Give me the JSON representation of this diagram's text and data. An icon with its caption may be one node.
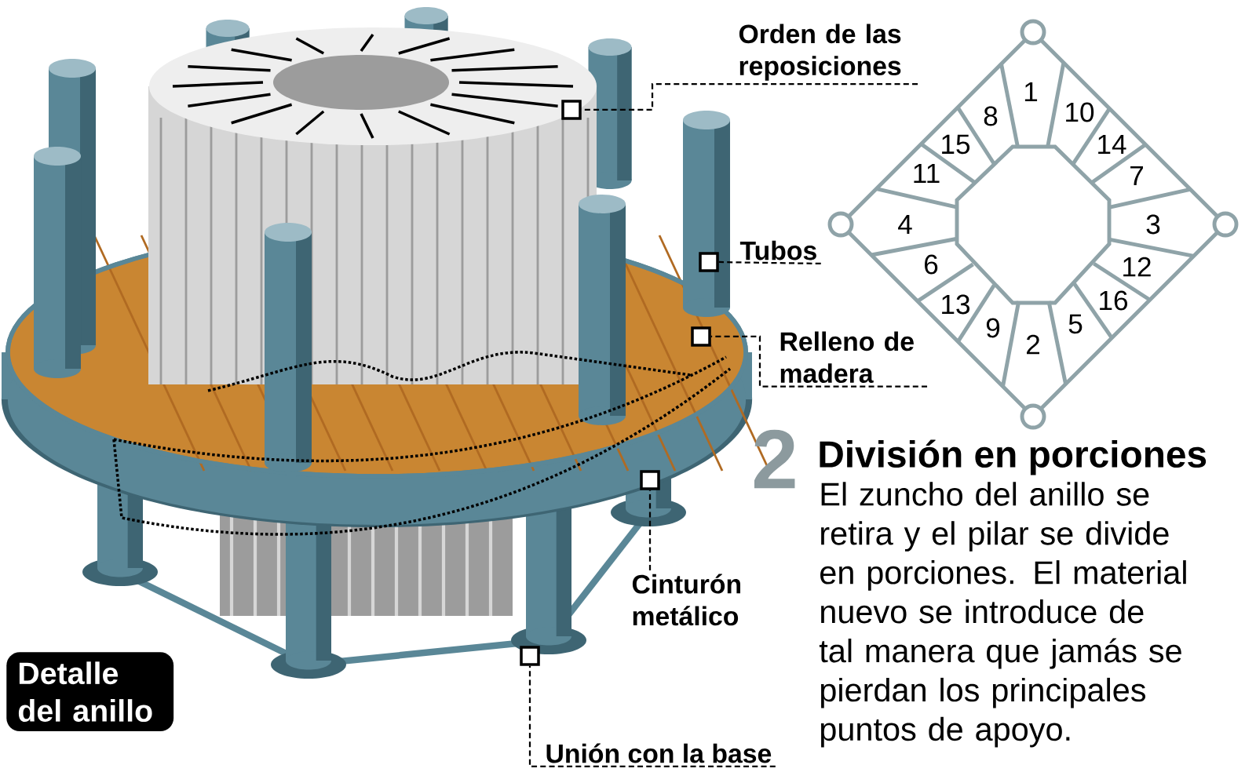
{
  "diagram": {
    "title": "División en porciones",
    "nodes": [
      {
        "text": [
          "Orden de las reposiciones"
        ]
      },
      {
        "text": [],
        "shape": "box"
      },
      {
        "text": [
          "Tubos"
        ]
      },
      {
        "text": [],
        "shape": "box"
      },
      {
        "text": [
          "Relleno de madera"
        ]
      },
      {
        "text": [],
        "shape": "box"
      },
      {
        "text": [
          "Cinturón metálico"
        ]
      },
      {
        "text": [],
        "shape": "box"
      },
      {
        "text": [
          "Unión con la base"
        ]
      },
      {
        "text": [],
        "shape": "box"
      },
      {
        "text": [
          "Detalle del anillo"
        ]
      }
    ],
    "edges": [
      {
        "from": 0,
        "to": 1,
        "arrow": "none",
        "style": "dashed"
      },
      {
        "from": 2,
        "to": 3,
        "arrow": "none",
        "style": "dashed"
      },
      {
        "from": 4,
        "to": 5,
        "arrow": "none",
        "style": "dashed"
      },
      {
        "from": 6,
        "to": 7,
        "arrow": "none",
        "style": "dashed"
      },
      {
        "from": 8,
        "to": 9,
        "arrow": "none",
        "style": "dashed"
      }
    ],
    "labels": [
      "1",
      "8",
      "10",
      "15",
      "14",
      "11",
      "7",
      "4",
      "3",
      "6",
      "12",
      "13",
      "16",
      "9",
      "5",
      "2",
      "2",
      "El zuncho del anillo se retira y el pilar se divide en porciones. El material nuevo se introduce de tal manera que jamás se pierdan los principales puntos de apoyo."
    ]
  }
}
